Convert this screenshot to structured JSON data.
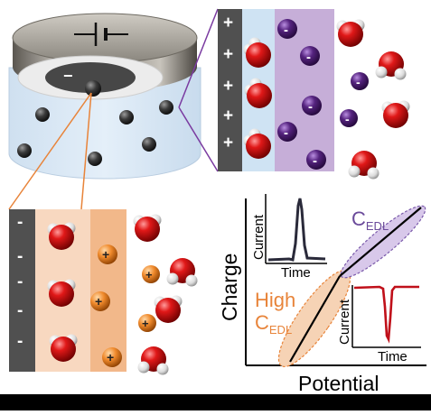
{
  "electrode_signs": {
    "positive": "+",
    "negative": "-",
    "cathode_label": "−"
  },
  "ion_labels": {
    "anion": "-",
    "cation": "+"
  },
  "graph": {
    "xlabel": "Potential",
    "ylabel": "Charge",
    "upper_label_main": "C",
    "upper_label_sub": "EDL",
    "lower_label_line1": "High",
    "lower_label_main": "C",
    "lower_label_sub": "EDL",
    "colors": {
      "upper": "#6a4a9a",
      "lower": "#e8843a",
      "spike": "#c0101a"
    }
  },
  "inset_top": {
    "xlabel": "Time",
    "ylabel": "Current"
  },
  "inset_bottom": {
    "xlabel": "Time",
    "ylabel": "Current"
  }
}
